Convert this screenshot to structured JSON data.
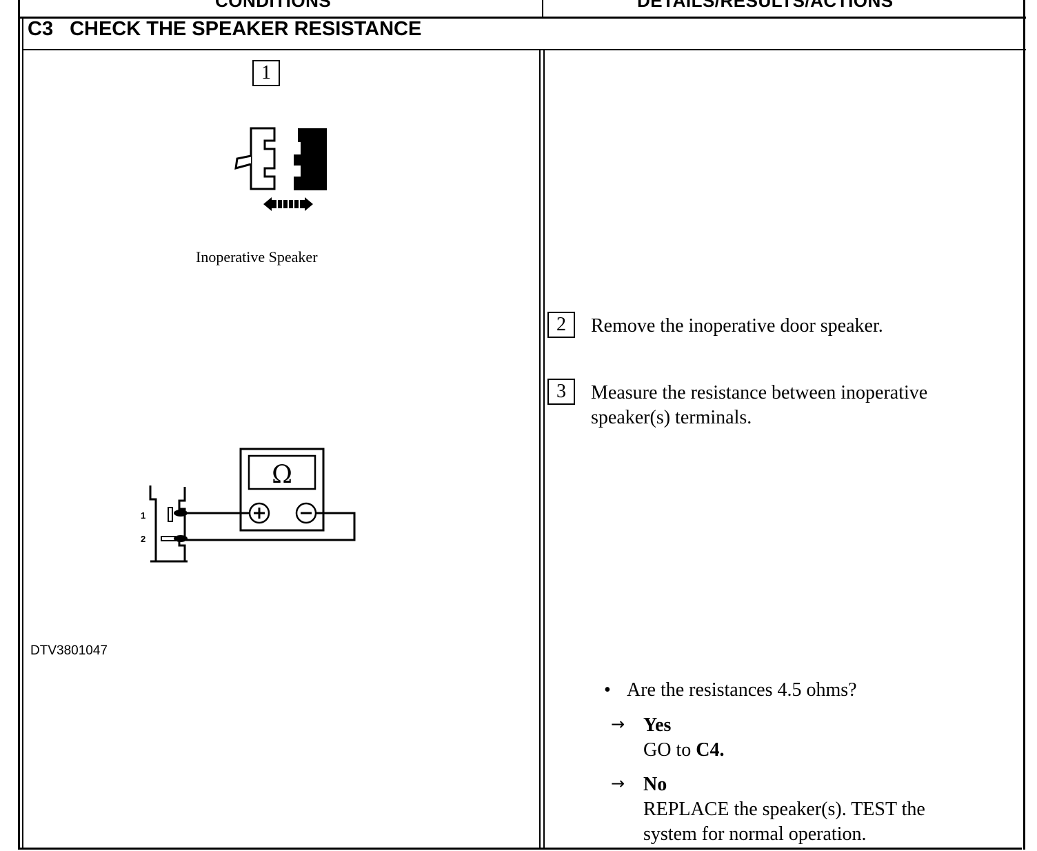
{
  "header": {
    "left_column": "CONDITIONS",
    "right_column": "DETAILS/RESULTS/ACTIONS"
  },
  "section": {
    "code": "C3",
    "title": "CHECK THE SPEAKER RESISTANCE"
  },
  "conditions": {
    "step1_number": "1",
    "figure1_caption": "Inoperative Speaker",
    "ohm_symbol": "Ω",
    "plus_symbol": "+",
    "minus_symbol": "−",
    "terminal_1": "1",
    "terminal_2": "2",
    "figure_id": "DTV3801047",
    "icons": [
      "connector-disconnect-icon",
      "ohmmeter-icon"
    ]
  },
  "actions": {
    "steps": [
      {
        "number": "2",
        "text": "Remove the inoperative door speaker."
      },
      {
        "number": "3",
        "line1": "Measure the resistance between inoperative",
        "line2": "speaker(s) terminals."
      }
    ],
    "question": "Are the resistances 4.5 ohms?",
    "bullet": "•",
    "arrow": "→",
    "yes": {
      "label": "Yes",
      "action_prefix": "GO to ",
      "action_target": "C4."
    },
    "no": {
      "label": "No",
      "line1": "REPLACE the speaker(s). TEST the",
      "line2": "system for normal operation."
    }
  }
}
